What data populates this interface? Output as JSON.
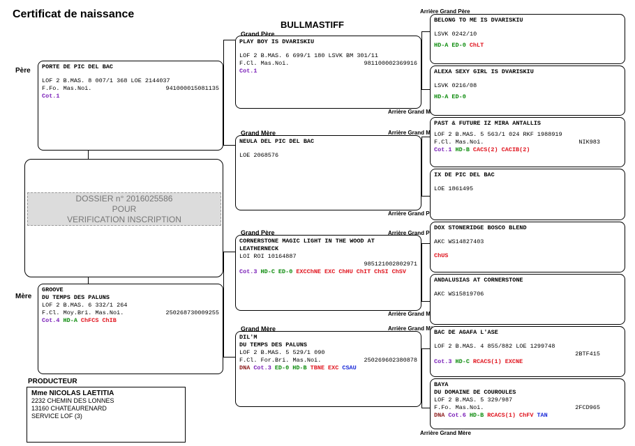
{
  "doc_title": "Certificat de naissance",
  "breed": "BULLMASTIFF",
  "labels": {
    "pere": "Père",
    "mere": "Mère",
    "grand_pere": "Grand Père",
    "grand_mere": "Grand Mère",
    "arriere_grand_pere": "Arrière Grand Père",
    "arriere_grand_mere": "Arrière Grand Mère"
  },
  "sire": {
    "name": "PORTE DE PIC DEL BAC",
    "reg": "LOF 2 B.MAS. 8 007/1 368 LOE 2144037",
    "desc": "F.Fo. Mas.Noi.",
    "id": "941000015081135",
    "tags": [
      {
        "t": "Cot.1",
        "c": "#7a1fb8"
      }
    ]
  },
  "dam": {
    "name1": "GROOVE",
    "name2": "DU TEMPS DES PALUNS",
    "reg": "LOF 2 B.MAS. 6 332/1 264",
    "desc": "F.Cl. Moy.Bri. Mas.Noi.",
    "id": "250268730009255",
    "tags": [
      {
        "t": "Cot.4",
        "c": "#7a1fb8"
      },
      {
        "t": "HD-A",
        "c": "#0a8a0a"
      },
      {
        "t": "ChFCS",
        "c": "#e0141e"
      },
      {
        "t": "ChIB",
        "c": "#e0141e"
      }
    ]
  },
  "dossier": {
    "line1": "DOSSIER n° 2016025586",
    "line2": "POUR",
    "line3": "VERIFICATION INSCRIPTION"
  },
  "gp": [
    {
      "name": "PLAY BOY IS DVARISKIU",
      "reg": "LOF 2 B.MAS. 6 699/1 180 LSVK BM 301/11",
      "desc": "F.Cl. Mas.Noi.",
      "id": "981100002369916",
      "tags": [
        {
          "t": "Cot.1",
          "c": "#7a1fb8"
        }
      ]
    },
    {
      "name": "NEULA DEL PIC DEL BAC",
      "reg": "LOE 2068576"
    },
    {
      "name": "CORNERSTONE MAGIC LIGHT IN THE WOOD AT",
      "name2": "LEATHERNECK",
      "reg": "LOI ROI 10164887",
      "id": "985121002802971",
      "tags": [
        {
          "t": "Cot.3",
          "c": "#7a1fb8"
        },
        {
          "t": "HD-C",
          "c": "#0a8a0a"
        },
        {
          "t": "ED-0",
          "c": "#0a8a0a"
        },
        {
          "t": "EXCChNE",
          "c": "#e0141e"
        },
        {
          "t": "EXC",
          "c": "#e0141e"
        },
        {
          "t": "ChHU",
          "c": "#e0141e"
        },
        {
          "t": "ChIT",
          "c": "#e0141e"
        },
        {
          "t": "ChSI",
          "c": "#e0141e"
        },
        {
          "t": "ChSV",
          "c": "#e0141e"
        }
      ]
    },
    {
      "name": "DIL'M",
      "name2": "DU TEMPS DES PALUNS",
      "reg": "LOF 2 B.MAS. 5 529/1 090",
      "desc": "F.Cl. For.Bri. Mas.Noi.",
      "id": "250269602380878",
      "tags": [
        {
          "t": "DNA",
          "c": "#8b1a1a"
        },
        {
          "t": "Cot.3",
          "c": "#7a1fb8"
        },
        {
          "t": "ED-0",
          "c": "#0a8a0a"
        },
        {
          "t": "HD-B",
          "c": "#0a8a0a"
        },
        {
          "t": "TBNE",
          "c": "#e0141e"
        },
        {
          "t": "EXC",
          "c": "#e0141e"
        },
        {
          "t": "CSAU",
          "c": "#1a2ad8"
        }
      ]
    }
  ],
  "ggp": [
    {
      "name": "BELONG TO ME IS DVARISKIU",
      "reg": "LSVK 0242/10",
      "tags": [
        {
          "t": "HD-A",
          "c": "#0a8a0a"
        },
        {
          "t": "ED-0",
          "c": "#0a8a0a"
        },
        {
          "t": "ChLT",
          "c": "#e0141e"
        }
      ]
    },
    {
      "name": "ALEXA SEXY GIRL IS DVARISKIU",
      "reg": "LSVK 0216/08",
      "tags": [
        {
          "t": "HD-A",
          "c": "#0a8a0a"
        },
        {
          "t": "ED-0",
          "c": "#0a8a0a"
        }
      ]
    },
    {
      "name": "PAST & FUTURE IZ MIRA ANTALLIS",
      "reg": "LOF 2 B.MAS. 5 563/1 024 RKF 1988919",
      "desc": "F.Cl. Mas.Noi.",
      "id": "NIK983",
      "tags": [
        {
          "t": "Cot.1",
          "c": "#7a1fb8"
        },
        {
          "t": "HD-B",
          "c": "#0a8a0a"
        },
        {
          "t": "CACS(2)",
          "c": "#e0141e"
        },
        {
          "t": "CACIB(2)",
          "c": "#e0141e"
        }
      ]
    },
    {
      "name": "IX DE PIC DEL BAC",
      "reg": "LOE 1861495"
    },
    {
      "name": "DOX STONERIDGE BOSCO BLEND",
      "reg": "AKC WS14827403",
      "tags": [
        {
          "t": "ChUS",
          "c": "#e0141e"
        }
      ]
    },
    {
      "name": "ANDALUSIAS AT CORNERSTONE",
      "reg": "AKC WS15819706"
    },
    {
      "name": "BAC DE AGAFA L'ASE",
      "reg": "LOF 2 B.MAS. 4 855/882 LOE 1299748",
      "id": "2BTF415",
      "tags": [
        {
          "t": "Cot.3",
          "c": "#7a1fb8"
        },
        {
          "t": "HD-C",
          "c": "#0a8a0a"
        },
        {
          "t": "RCACS(1)",
          "c": "#e0141e"
        },
        {
          "t": "EXCNE",
          "c": "#e0141e"
        }
      ]
    },
    {
      "name": "BAYA",
      "name2": "DU DOMAINE DE COUROULES",
      "reg": "LOF 2 B.MAS. 5 329/987",
      "desc": "F.Fo. Mas.Noi.",
      "id": "2FCD965",
      "tags": [
        {
          "t": "DNA",
          "c": "#8b1a1a"
        },
        {
          "t": "Cot.6",
          "c": "#7a1fb8"
        },
        {
          "t": "HD-B",
          "c": "#0a8a0a"
        },
        {
          "t": "RCACS(1)",
          "c": "#e0141e"
        },
        {
          "t": "ChFV",
          "c": "#e0141e"
        },
        {
          "t": "TAN",
          "c": "#1a2ad8"
        }
      ]
    }
  ],
  "producer": {
    "label": "PRODUCTEUR",
    "name": "Mme NICOLAS LAETITIA",
    "addr1": "2232 CHEMIN DES LONNES",
    "addr2": "13160 CHATEAURENARD",
    "addr3": "SERVICE LOF (3)"
  }
}
